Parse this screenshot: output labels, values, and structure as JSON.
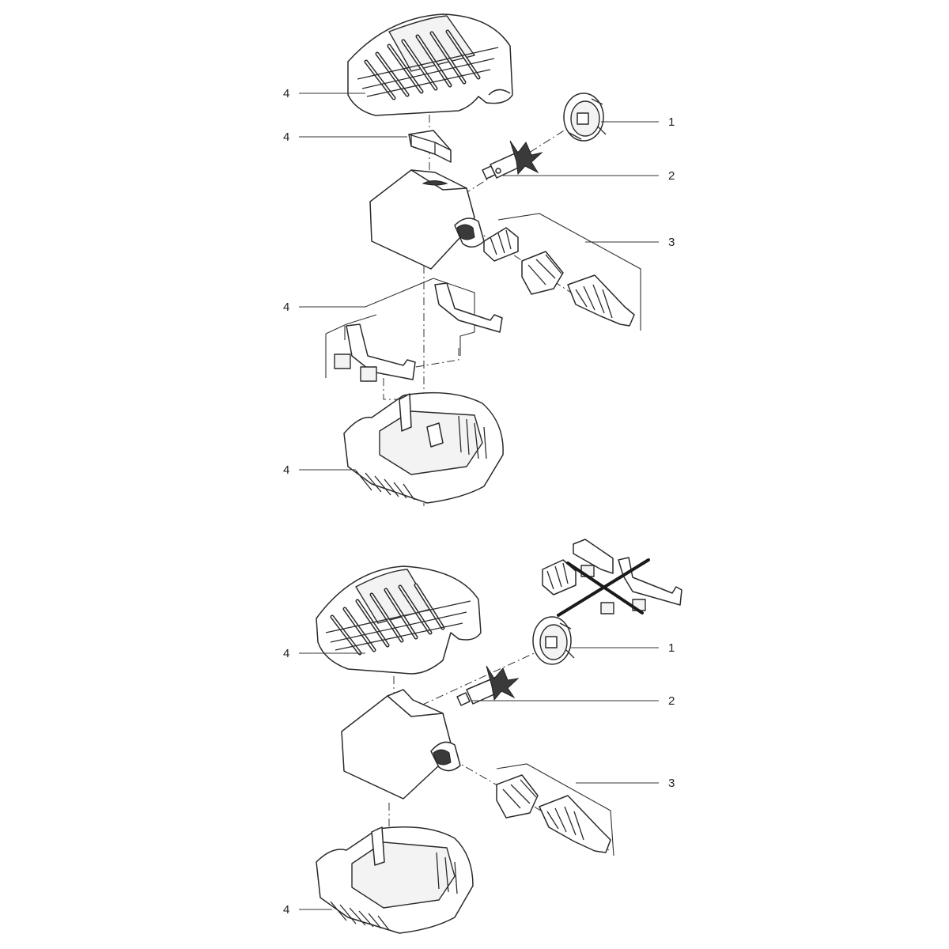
{
  "panels": [
    {
      "id": "top",
      "callouts": [
        {
          "label": "4",
          "part": "filter-cover"
        },
        {
          "label": "4",
          "part": "foam-block"
        },
        {
          "label": "1",
          "part": "pump-cover"
        },
        {
          "label": "2",
          "part": "impeller"
        },
        {
          "label": "3",
          "part": "hose-connector-set"
        },
        {
          "label": "4",
          "part": "foam-inserts-set"
        },
        {
          "label": "4",
          "part": "filter-base"
        }
      ]
    },
    {
      "id": "bottom",
      "callouts": [
        {
          "label": "1",
          "part": "pump-cover"
        },
        {
          "label": "4",
          "part": "filter-cover"
        },
        {
          "label": "2",
          "part": "impeller"
        },
        {
          "label": "3",
          "part": "hose-connector-set"
        },
        {
          "label": "4",
          "part": "filter-base"
        }
      ]
    }
  ]
}
